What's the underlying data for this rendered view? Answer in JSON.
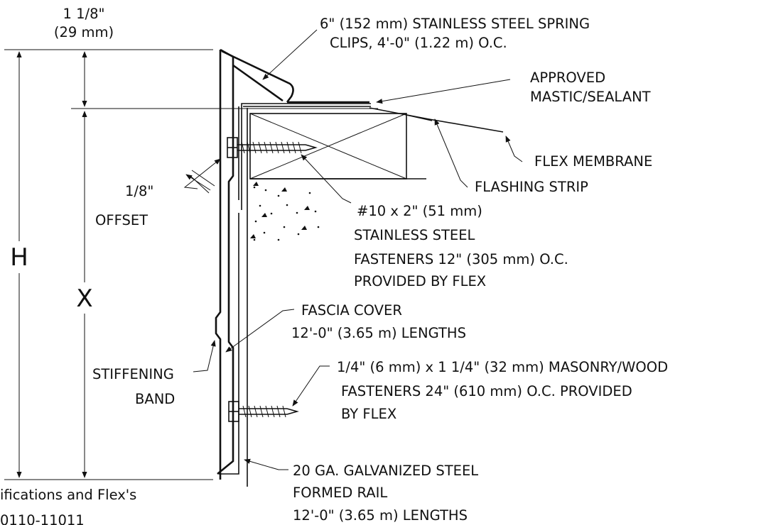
{
  "labels": {
    "top_width": "1 1/8\"",
    "top_width_metric": "(29 mm)",
    "spring_clips_1": "6\" (152 mm) STAINLESS STEEL SPRING",
    "spring_clips_2": "CLIPS, 4'-0\" (1.22 m) O.C.",
    "mastic_1": "APPROVED",
    "mastic_2": "MASTIC/SEALANT",
    "flex_membrane": "FLEX MEMBRANE",
    "flashing_strip": "FLASHING STRIP",
    "offset_1": "1/8\"",
    "offset_2": "OFFSET",
    "fastener_1": "#10 x 2\" (51 mm)",
    "fastener_2": "STAINLESS STEEL",
    "fastener_3": "FASTENERS 12\" (305 mm) O.C.",
    "fastener_4": "PROVIDED BY FLEX",
    "dim_h": "H",
    "dim_x": "X",
    "fascia_1": "FASCIA COVER",
    "fascia_2": "12'-0\" (3.65 m) LENGTHS",
    "stiffening_1": "STIFFENING",
    "stiffening_2": "BAND",
    "masonry_1": "1/4\" (6 mm) x 1 1/4\" (32 mm) MASONRY/WOOD",
    "masonry_2": "FASTENERS 24\" (610 mm) O.C. PROVIDED",
    "masonry_3": "BY FLEX",
    "rail_1": "20 GA. GALVANIZED STEEL",
    "rail_2": "FORMED RAIL",
    "rail_3": "12'-0\" (3.65 m) LENGTHS",
    "footnote_1": "ifications and Flex's",
    "footnote_2": "0110-11011"
  },
  "colors": {
    "line": "#111111",
    "background": "#ffffff"
  }
}
